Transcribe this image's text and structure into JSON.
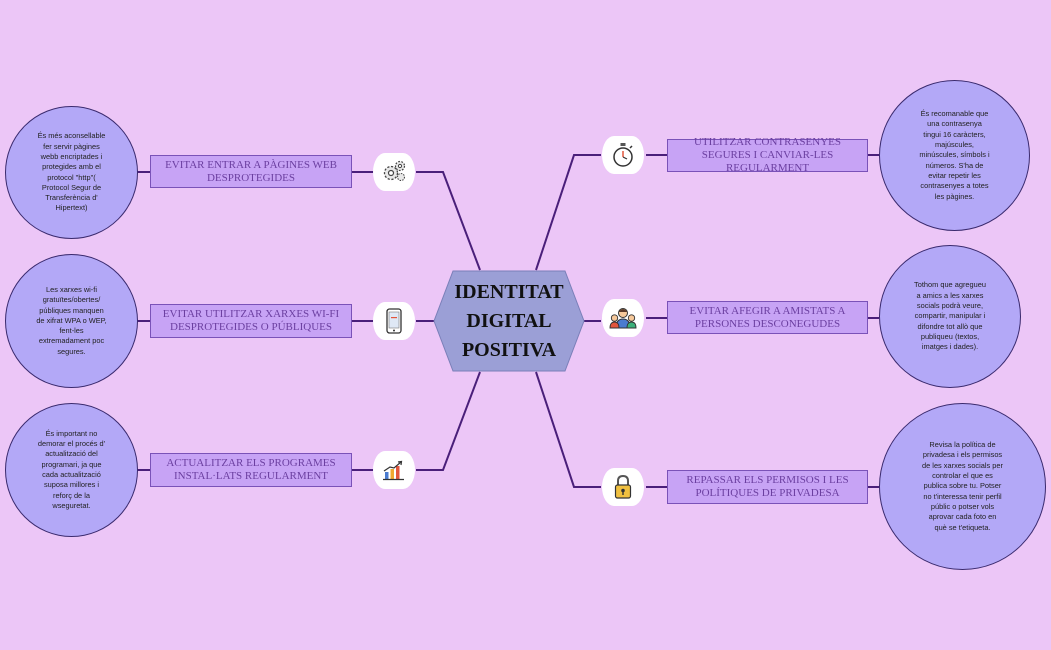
{
  "center": {
    "lines": [
      "IDENTITAT",
      "DIGITAL",
      "POSITIVA"
    ]
  },
  "colors": {
    "background": "#ecc6f7",
    "connector": "#4a1f7a",
    "box_fill": "#c7a3f5",
    "box_text": "#6b3fa0",
    "circle_fill": "#b3a8f7",
    "center_fill": "#9b9fd6"
  },
  "branches": {
    "web": {
      "label": "EVITAR ENTRAR A PÀGINES WEB DESPROTEGIDES",
      "icon": "gears-icon",
      "note": "És més aconsellable\nfer servir pàgines\nwebb encriptades i\nprotegides amb el\nprotocol \"http\"(\nProtocol Segur de\nTransferència d'\nHipertext)"
    },
    "wifi": {
      "label": "EVITAR UTILITZAR XARXES WI-FI DESPROTEGIDES O PÚBLIQUES",
      "icon": "smartphone-icon",
      "note": "Les xarxes wi-fi\ngratuïtes/obertes/\npúbliques manquen\nde xifrat WPA o WEP,\nfent-les\nextremadament poc\nsegures."
    },
    "update": {
      "label": "ACTUALITZAR ELS PROGRAMES INSTAL·LATS REGULARMENT",
      "icon": "growth-chart-icon",
      "note": "És important no\ndemorar el procés d'\nactualització del\nprogramari, ja que\ncada actualització\nsuposa millores i\nreforç de la\nwseguretat."
    },
    "passwords": {
      "label": "UTILITZAR CONTRASENYES SEGURES I CANVIAR-LES REGULARMENT",
      "icon": "stopwatch-icon",
      "note": "És recomanable que\nuna contrasenya\ntingui 16 caràcters,\nmajúscules,\nminúscules, símbols i\nnúmeros. S'ha de\nevitar repetir les\ncontrasenyes a totes\nles pàgines."
    },
    "friends": {
      "label": "EVITAR AFEGIR A AMISTATS A PERSONES DESCONEGUDES",
      "icon": "people-group-icon",
      "note": "Tothom que agregueu\na amics a les xarxes\nsocials podrà veure,\ncompartir, manipular i\ndifondre tot allò que\npubliqueu (textos,\nimatges i dades)."
    },
    "privacy": {
      "label": "REPASSAR ELS PERMISOS I LES POLÍTIQUES DE PRIVADESA",
      "icon": "padlock-icon",
      "note": "Revisa la política de\nprivadesa i els permisos\nde les xarxes socials  per\ncontrolar el que es\npublica sobre tu. Potser\nno t'interessa tenir perfil\npúblic  o potser vols\naprovar cada foto en\nquè se t'etiqueta."
    }
  }
}
